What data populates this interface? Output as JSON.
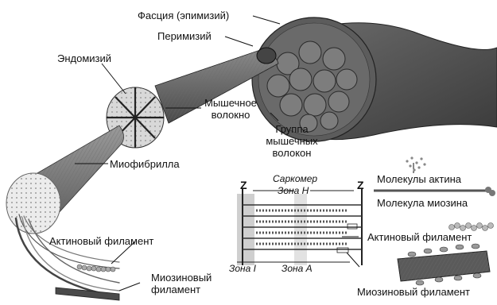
{
  "labels": {
    "fascia": "Фасция (эпимизий)",
    "perimysium": "Перимизий",
    "endomysium": "Эндомизий",
    "muscle_fiber_line1": "Мышечное",
    "muscle_fiber_line2": "волокно",
    "fiber_group_line1": "Группа",
    "fiber_group_line2": "мышечных",
    "fiber_group_line3": "волокон",
    "myofibril": "Миофибрилла",
    "actin_filament_left": "Актиновый филамент",
    "myosin_filament_left_line1": "Миозиновый",
    "myosin_filament_left_line2": "филамент",
    "sarcomere": "Саркомер",
    "zone_h": "Зона Н",
    "z_left": "Z",
    "z_right": "Z",
    "zone_i": "Зона I",
    "zone_a": "Зона А",
    "actin_molecules": "Молекулы актина",
    "myosin_molecule": "Молекула миозина",
    "actin_filament_right": "Актиновый филамент",
    "myosin_filament_right": "Миозиновый филамент"
  }
}
